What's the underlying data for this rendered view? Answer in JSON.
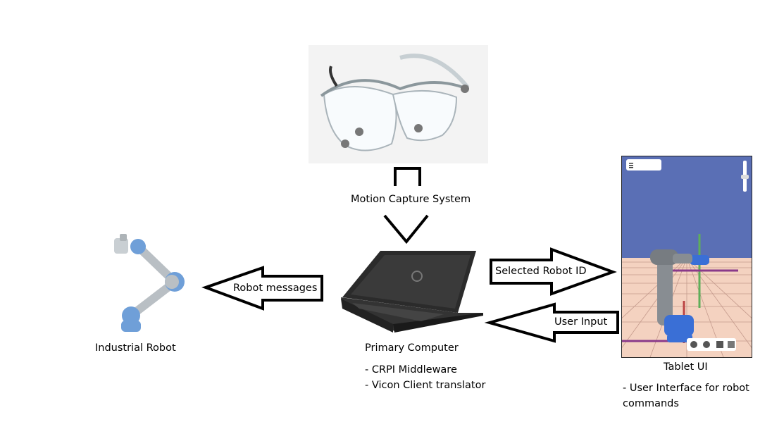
{
  "labels": {
    "motion_capture": "Motion Capture System",
    "industrial_robot": "Industrial Robot",
    "primary_computer": "Primary Computer",
    "tablet_ui": "Tablet UI"
  },
  "details": {
    "computer": [
      "- CRPI Middleware",
      "- Vicon Client translator"
    ],
    "tablet": [
      "- User Interface for robot",
      "commands"
    ]
  },
  "arrows": {
    "robot_messages": "Robot messages",
    "selected_robot_id": "Selected Robot ID",
    "user_input": "User Input"
  },
  "colors": {
    "tablet_sky": "#5a6fb5",
    "tablet_floor": "#f4d2c0",
    "robot_blue": "#6f9fd8",
    "laptop_body": "#2b2b2b"
  }
}
